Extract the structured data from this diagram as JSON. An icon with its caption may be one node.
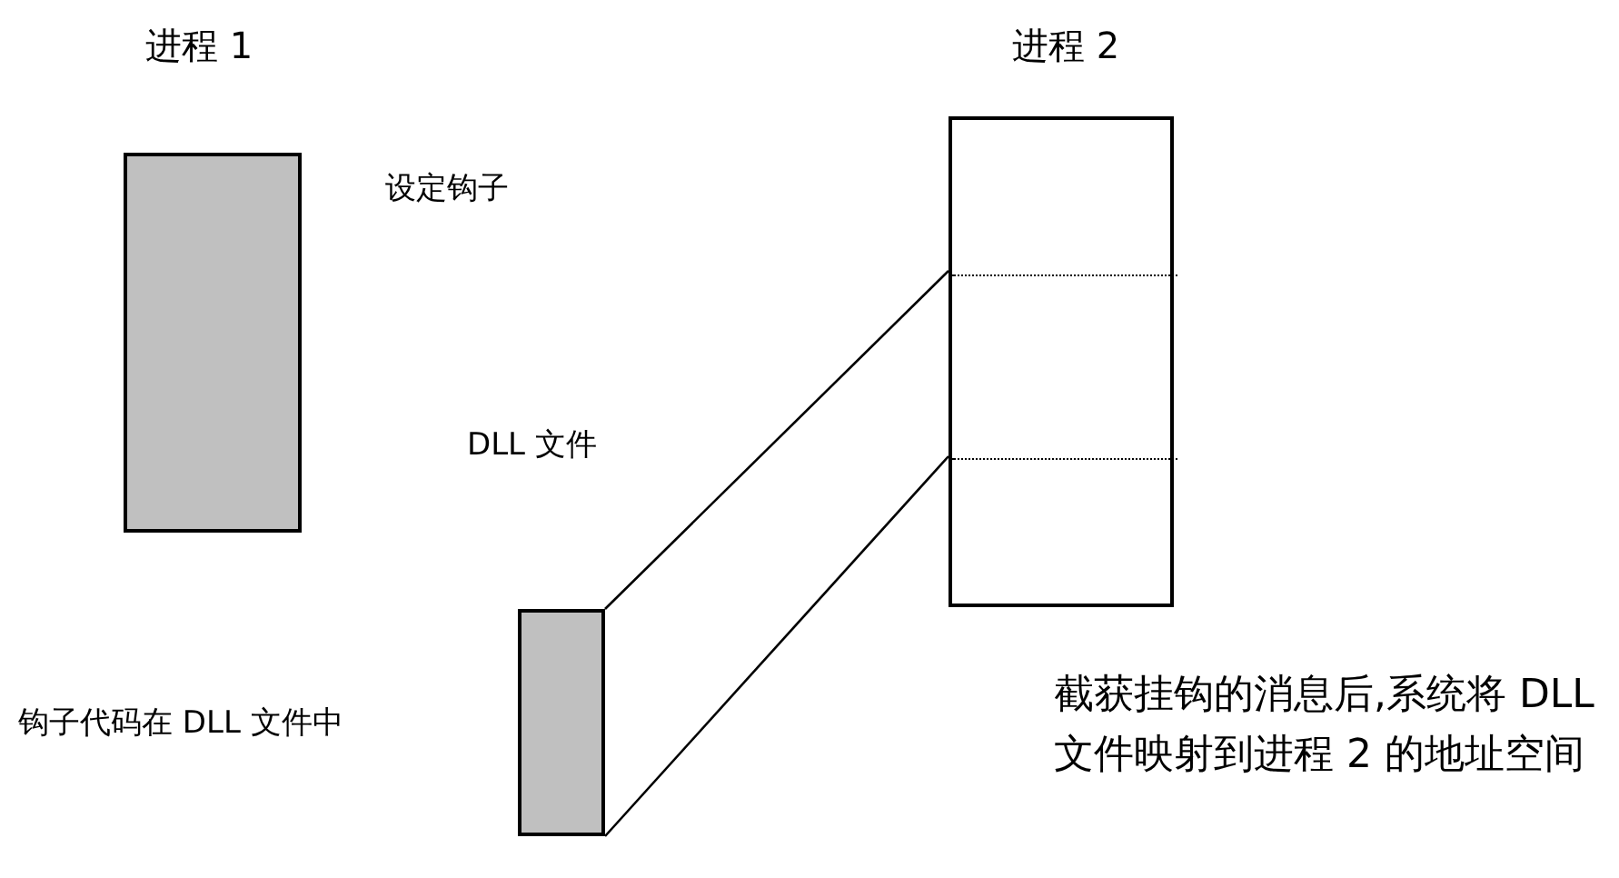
{
  "diagram": {
    "nodes": [
      {
        "text": [
          "进程 1"
        ]
      },
      {
        "text": [
          "进程 2"
        ]
      },
      {
        "text": [],
        "shape": "box",
        "in": 1
      },
      {
        "text": [],
        "shape": "box"
      }
    ],
    "edges": [
      {
        "from": 3,
        "to": 2,
        "arrow": "none"
      },
      {
        "from": 3,
        "to": 2,
        "arrow": "none"
      }
    ],
    "labels": [
      "设定钩子",
      "DLL 文件",
      "钩子代码在 DLL 文件中",
      "截获挂钩的消息后,系统将 DLL 文件映射到进程 2 的地址空间"
    ]
  }
}
